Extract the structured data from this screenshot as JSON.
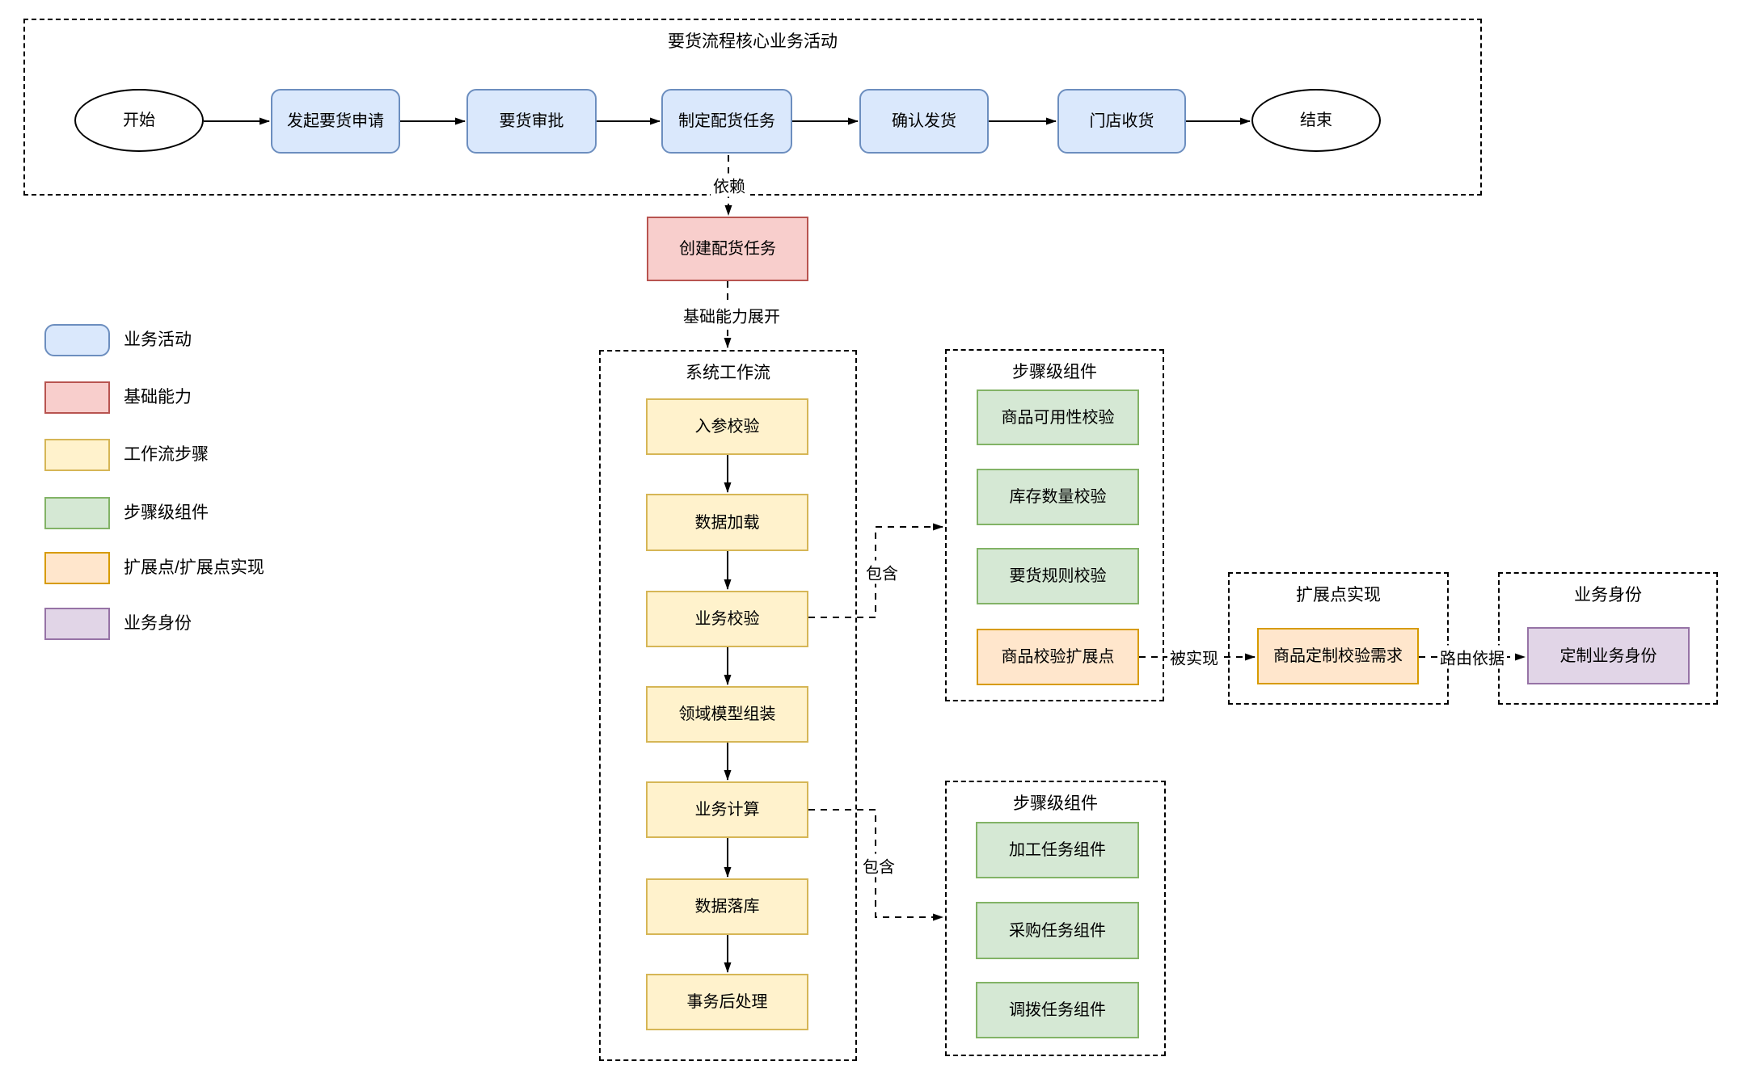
{
  "top_flow": {
    "title": "要货流程核心业务活动",
    "start": "开始",
    "end": "结束",
    "steps": [
      "发起要货申请",
      "要货审批",
      "制定配货任务",
      "确认发货",
      "门店收货"
    ]
  },
  "capability": {
    "label": "创建配货任务"
  },
  "edge_labels": {
    "depends": "依赖",
    "expand": "基础能力展开",
    "include1": "包含",
    "include2": "包含",
    "implemented": "被实现",
    "routing": "路由依据"
  },
  "legend": {
    "items": [
      {
        "label": "业务活动",
        "color": "#dae8fc",
        "stroke": "#6c8ebf"
      },
      {
        "label": "基础能力",
        "color": "#f8cecc",
        "stroke": "#b85450"
      },
      {
        "label": "工作流步骤",
        "color": "#fff2cc",
        "stroke": "#d6b656"
      },
      {
        "label": "步骤级组件",
        "color": "#d5e8d4",
        "stroke": "#82b366"
      },
      {
        "label": "扩展点/扩展点实现",
        "color": "#ffe6cc",
        "stroke": "#d79b00"
      },
      {
        "label": "业务身份",
        "color": "#e1d5e7",
        "stroke": "#9673a6"
      }
    ]
  },
  "workflow": {
    "title": "系统工作流",
    "steps": [
      "入参校验",
      "数据加载",
      "业务校验",
      "领域模型组装",
      "业务计算",
      "数据落库",
      "事务后处理"
    ]
  },
  "components_validation": {
    "title": "步骤级组件",
    "items": [
      "商品可用性校验",
      "库存数量校验",
      "要货规则校验"
    ],
    "extension": "商品校验扩展点"
  },
  "extension_impl": {
    "title": "扩展点实现",
    "item": "商品定制校验需求"
  },
  "identity": {
    "title": "业务身份",
    "item": "定制业务身份"
  },
  "components_task": {
    "title": "步骤级组件",
    "items": [
      "加工任务组件",
      "采购任务组件",
      "调拨任务组件"
    ]
  }
}
